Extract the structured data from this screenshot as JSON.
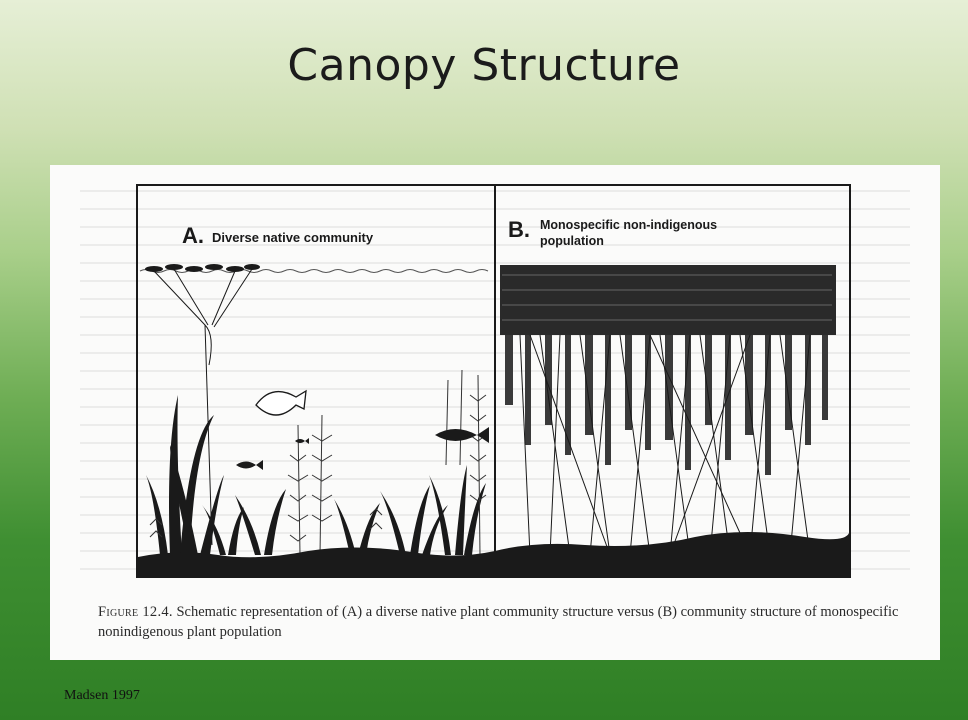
{
  "slide": {
    "title": "Canopy Structure",
    "citation": "Madsen 1997"
  },
  "figure": {
    "panel_a": {
      "letter": "A.",
      "label": "Diverse native community"
    },
    "panel_b": {
      "letter": "B.",
      "label_line1": "Monospecific non-indigenous",
      "label_line2": "population"
    },
    "caption_label": "Figure 12.4.",
    "caption_text": "Schematic representation of (A) a diverse native plant community structure versus (B) community structure of monospecific nonindigenous plant population"
  },
  "colors": {
    "ink": "#1a1a1a",
    "card": "#fbfbfa"
  }
}
